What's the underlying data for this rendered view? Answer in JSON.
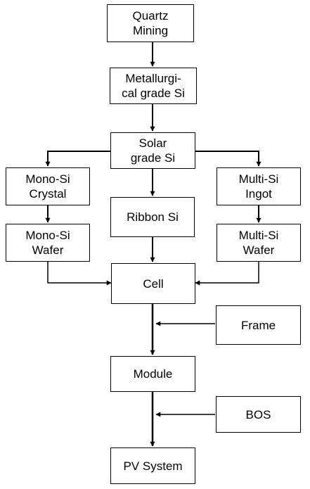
{
  "diagram": {
    "nodes": {
      "quartz": "Quartz\nMining",
      "metallurgical": "Metallurgi-\ncal grade Si",
      "solar": "Solar\ngrade Si",
      "mono_crystal": "Mono-Si\nCrystal",
      "ribbon": "Ribbon Si",
      "multi_ingot": "Multi-Si\nIngot",
      "mono_wafer": "Mono-Si\nWafer",
      "multi_wafer": "Multi-Si\nWafer",
      "cell": "Cell",
      "frame": "Frame",
      "module": "Module",
      "bos": "BOS",
      "pv_system": "PV System"
    },
    "colors": {
      "line": "#000000",
      "box_border": "#000000",
      "background": "#ffffff"
    }
  }
}
